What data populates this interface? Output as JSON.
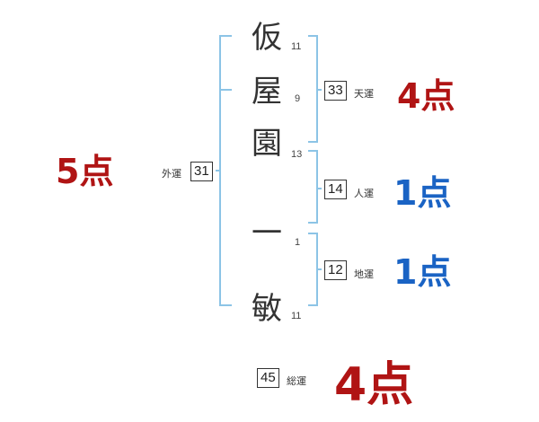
{
  "name": {
    "chars": [
      {
        "char": "仮",
        "strokes": "11"
      },
      {
        "char": "屋",
        "strokes": "9"
      },
      {
        "char": "園",
        "strokes": "13"
      },
      {
        "char": "一",
        "strokes": "1"
      },
      {
        "char": "敏",
        "strokes": "11"
      }
    ]
  },
  "gaiun": {
    "label": "外運",
    "value": "31",
    "score": "5点"
  },
  "tenun": {
    "label": "天運",
    "value": "33",
    "score": "4点"
  },
  "jinun": {
    "label": "人運",
    "value": "14",
    "score": "1点"
  },
  "chiun": {
    "label": "地運",
    "value": "12",
    "score": "1点"
  },
  "souun": {
    "label": "総運",
    "value": "45",
    "score": "4点"
  },
  "colors": {
    "red": "#b01414",
    "blue": "#1a63c4",
    "bracket": "#8cc4e6"
  }
}
